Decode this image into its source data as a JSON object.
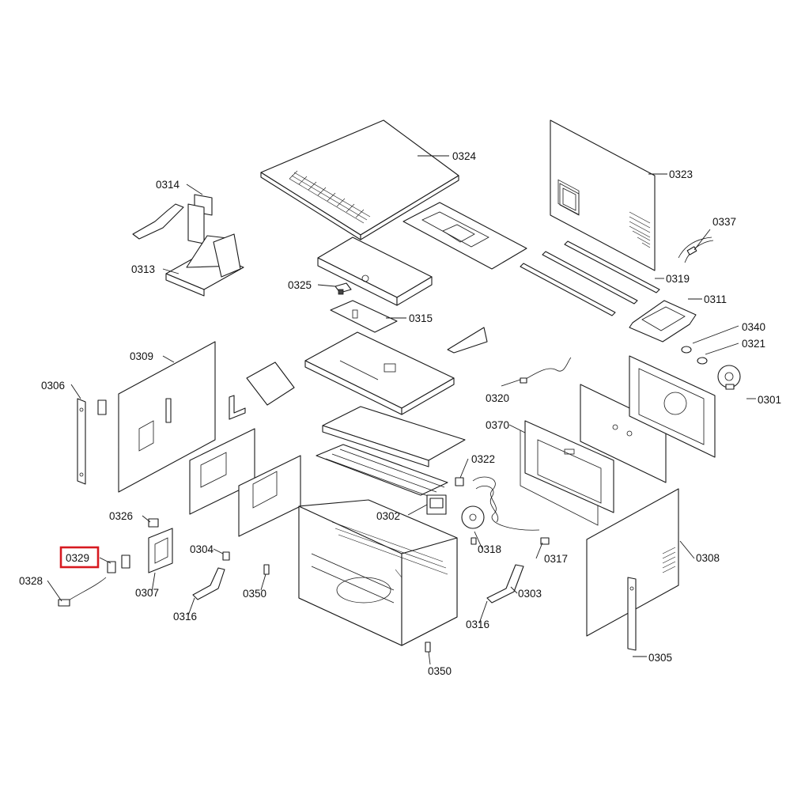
{
  "highlight_color": "#d71920",
  "labels": {
    "p0324": "0324",
    "p0323": "0323",
    "p0314": "0314",
    "p0313": "0313",
    "p0337": "0337",
    "p0325": "0325",
    "p0319": "0319",
    "p0315": "0315",
    "p0311": "0311",
    "p0340": "0340",
    "p0309": "0309",
    "p0321": "0321",
    "p0306": "0306",
    "p0320": "0320",
    "p0301": "0301",
    "p0370": "0370",
    "p0322": "0322",
    "p0326": "0326",
    "p0302": "0302",
    "p0329": "0329",
    "p0304": "0304",
    "p0318": "0318",
    "p0317": "0317",
    "p0308": "0308",
    "p0328": "0328",
    "p0307": "0307",
    "p0350a": "0350",
    "p0303": "0303",
    "p0316a": "0316",
    "p0316b": "0316",
    "p0305": "0305",
    "p0350b": "0350"
  }
}
